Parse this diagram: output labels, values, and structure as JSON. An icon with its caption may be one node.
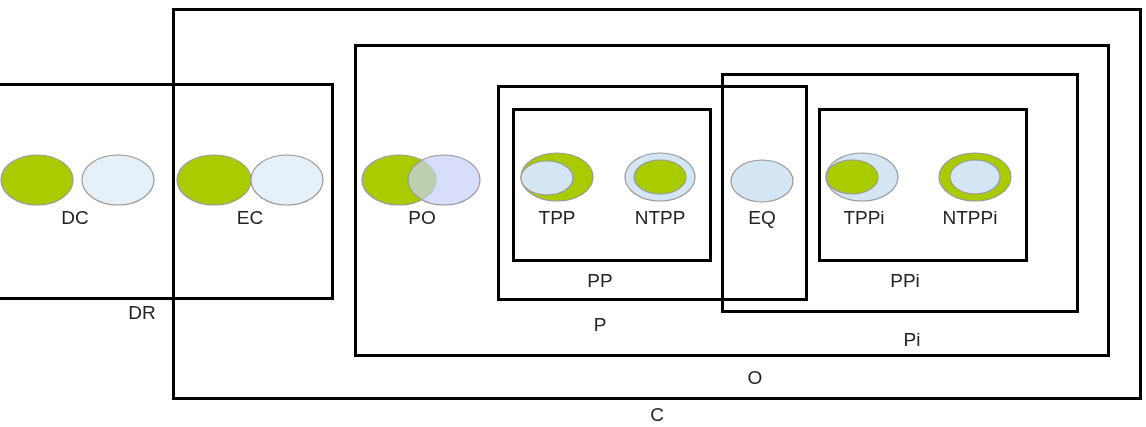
{
  "diagram": {
    "nodes": [
      {
        "text": [
          "C"
        ]
      },
      {
        "text": [
          "DR"
        ]
      },
      {
        "text": [
          "O"
        ],
        "in": 0
      },
      {
        "text": [
          "P"
        ],
        "in": 2
      },
      {
        "text": [
          "PP"
        ],
        "in": 3
      },
      {
        "text": [
          "Pi"
        ],
        "in": 2
      },
      {
        "text": [
          "PPi"
        ],
        "in": 5
      }
    ],
    "labels": [
      "DC",
      "EC",
      "PO",
      "TPP",
      "NTPP",
      "EQ",
      "TPPi",
      "NTPPi"
    ]
  }
}
